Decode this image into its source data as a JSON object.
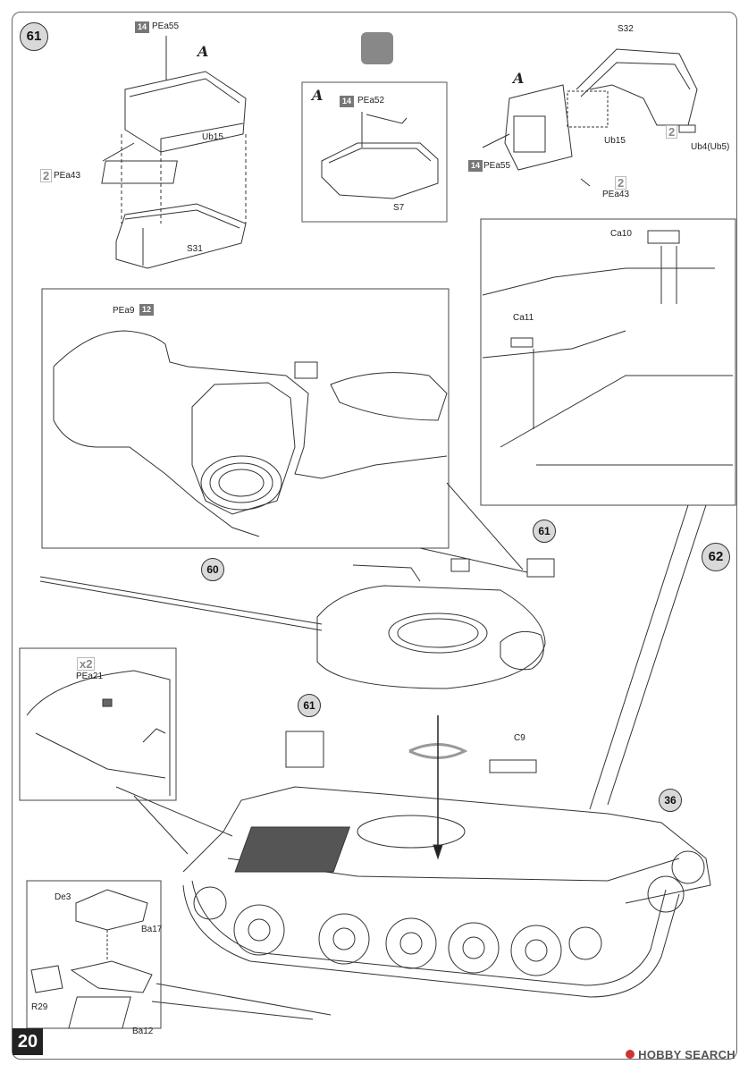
{
  "page": {
    "number": "20",
    "watermark": "HOBBY SEARCH"
  },
  "steps": [
    {
      "id": "step-61",
      "label": "61"
    },
    {
      "id": "step-62",
      "label": "62"
    },
    {
      "id": "callout-60",
      "label": "60"
    },
    {
      "id": "callout-61-turret",
      "label": "61"
    },
    {
      "id": "callout-61-hull",
      "label": "61"
    },
    {
      "id": "callout-36",
      "label": "36"
    }
  ],
  "subassembly_letter": "A",
  "parts": {
    "pea55_top": "PEa55",
    "pea55_top_qty": "14",
    "ub15_left": "Ub15",
    "pea43_left": "PEa43",
    "pea43_left_qty": "2",
    "s31": "S31",
    "pea52": "PEa52",
    "pea52_qty": "14",
    "s7": "S7",
    "s32": "S32",
    "ub15_right": "Ub15",
    "ub4": "Ub4(Ub5)",
    "ub4_qty": "2",
    "pea55_right": "PEa55",
    "pea55_right_qty": "14",
    "pea43_right": "PEa43",
    "pea43_right_qty": "2",
    "pea9": "PEa9",
    "pea9_qty": "12",
    "ca10": "Ca10",
    "ca11": "Ca11",
    "pea21": "PEa21",
    "pea21_qty": "x2",
    "c9": "C9",
    "de3": "De3",
    "ba17": "Ba17",
    "r29": "R29",
    "ba12": "Ba12"
  }
}
